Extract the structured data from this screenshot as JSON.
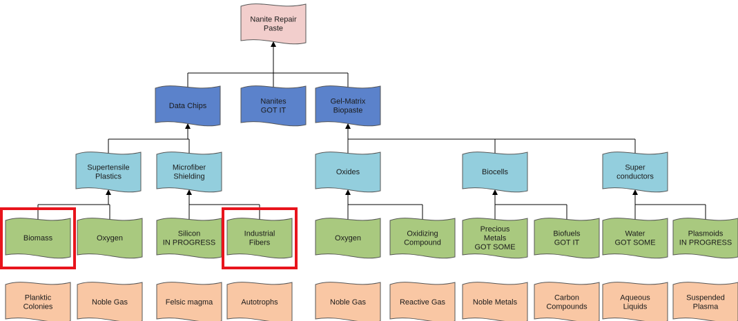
{
  "colors": {
    "root": "#F2CECC",
    "level1": "#5B82CB",
    "level2": "#93CEDD",
    "level3": "#A9C97F",
    "level4": "#F9C7A4",
    "stroke": "#555555",
    "connector": "#000000",
    "highlight": "#E8141C"
  },
  "nodes": [
    {
      "id": "nanite-repair-paste",
      "level": "root",
      "lines": [
        "Nanite Repair",
        "Paste"
      ]
    },
    {
      "id": "data-chips",
      "level": "level1",
      "lines": [
        "Data Chips"
      ]
    },
    {
      "id": "nanites",
      "level": "level1",
      "lines": [
        "Nanites",
        "GOT IT"
      ]
    },
    {
      "id": "gel-matrix-biopaste",
      "level": "level1",
      "lines": [
        "Gel-Matrix",
        "Biopaste"
      ]
    },
    {
      "id": "supertensile-plastics",
      "level": "level2",
      "lines": [
        "Supertensile",
        "Plastics"
      ]
    },
    {
      "id": "microfiber-shielding",
      "level": "level2",
      "lines": [
        "Microfiber",
        "Shielding"
      ]
    },
    {
      "id": "oxides",
      "level": "level2",
      "lines": [
        "Oxides"
      ]
    },
    {
      "id": "biocells",
      "level": "level2",
      "lines": [
        "Biocells"
      ]
    },
    {
      "id": "superconductors",
      "level": "level2",
      "lines": [
        "Super",
        "conductors"
      ]
    },
    {
      "id": "biomass",
      "level": "level3",
      "lines": [
        "Biomass"
      ],
      "highlighted": true
    },
    {
      "id": "oxygen-1",
      "level": "level3",
      "lines": [
        "Oxygen"
      ]
    },
    {
      "id": "silicon",
      "level": "level3",
      "lines": [
        "Silicon",
        "IN PROGRESS"
      ]
    },
    {
      "id": "industrial-fibers",
      "level": "level3",
      "lines": [
        "Industrial",
        "Fibers"
      ],
      "highlighted": true
    },
    {
      "id": "oxygen-2",
      "level": "level3",
      "lines": [
        "Oxygen"
      ]
    },
    {
      "id": "oxidizing-compound",
      "level": "level3",
      "lines": [
        "Oxidizing",
        "Compound"
      ]
    },
    {
      "id": "precious-metals",
      "level": "level3",
      "lines": [
        "Precious",
        "Metals",
        "GOT SOME"
      ]
    },
    {
      "id": "biofuels",
      "level": "level3",
      "lines": [
        "Biofuels",
        "GOT IT"
      ]
    },
    {
      "id": "water",
      "level": "level3",
      "lines": [
        "Water",
        "GOT SOME"
      ]
    },
    {
      "id": "plasmoids",
      "level": "level3",
      "lines": [
        "Plasmoids",
        "IN PROGRESS"
      ]
    },
    {
      "id": "planktic-colonies",
      "level": "level4",
      "lines": [
        "Planktic",
        "Colonies"
      ]
    },
    {
      "id": "noble-gas-1",
      "level": "level4",
      "lines": [
        "Noble Gas"
      ]
    },
    {
      "id": "felsic-magma",
      "level": "level4",
      "lines": [
        "Felsic magma"
      ]
    },
    {
      "id": "autotrophs",
      "level": "level4",
      "lines": [
        "Autotrophs"
      ]
    },
    {
      "id": "noble-gas-2",
      "level": "level4",
      "lines": [
        "Noble Gas"
      ]
    },
    {
      "id": "reactive-gas",
      "level": "level4",
      "lines": [
        "Reactive Gas"
      ]
    },
    {
      "id": "noble-metals",
      "level": "level4",
      "lines": [
        "Noble Metals"
      ]
    },
    {
      "id": "carbon-compounds",
      "level": "level4",
      "lines": [
        "Carbon",
        "Compounds"
      ]
    },
    {
      "id": "aqueous-liquids",
      "level": "level4",
      "lines": [
        "Aqueous",
        "Liquids"
      ]
    },
    {
      "id": "suspended-plasma",
      "level": "level4",
      "lines": [
        "Suspended",
        "Plasma"
      ]
    }
  ],
  "edges": [
    {
      "parent": "nanite-repair-paste",
      "children": [
        "data-chips",
        "nanites",
        "gel-matrix-biopaste"
      ]
    },
    {
      "parent": "data-chips",
      "children": [
        "supertensile-plastics",
        "microfiber-shielding"
      ]
    },
    {
      "parent": "gel-matrix-biopaste",
      "children": [
        "oxides",
        "biocells",
        "superconductors"
      ]
    },
    {
      "parent": "supertensile-plastics",
      "children": [
        "biomass",
        "oxygen-1"
      ]
    },
    {
      "parent": "microfiber-shielding",
      "children": [
        "silicon",
        "industrial-fibers"
      ]
    },
    {
      "parent": "oxides",
      "children": [
        "oxygen-2",
        "oxidizing-compound"
      ]
    },
    {
      "parent": "biocells",
      "children": [
        "precious-metals",
        "biofuels"
      ]
    },
    {
      "parent": "superconductors",
      "children": [
        "water",
        "plasmoids"
      ]
    }
  ]
}
